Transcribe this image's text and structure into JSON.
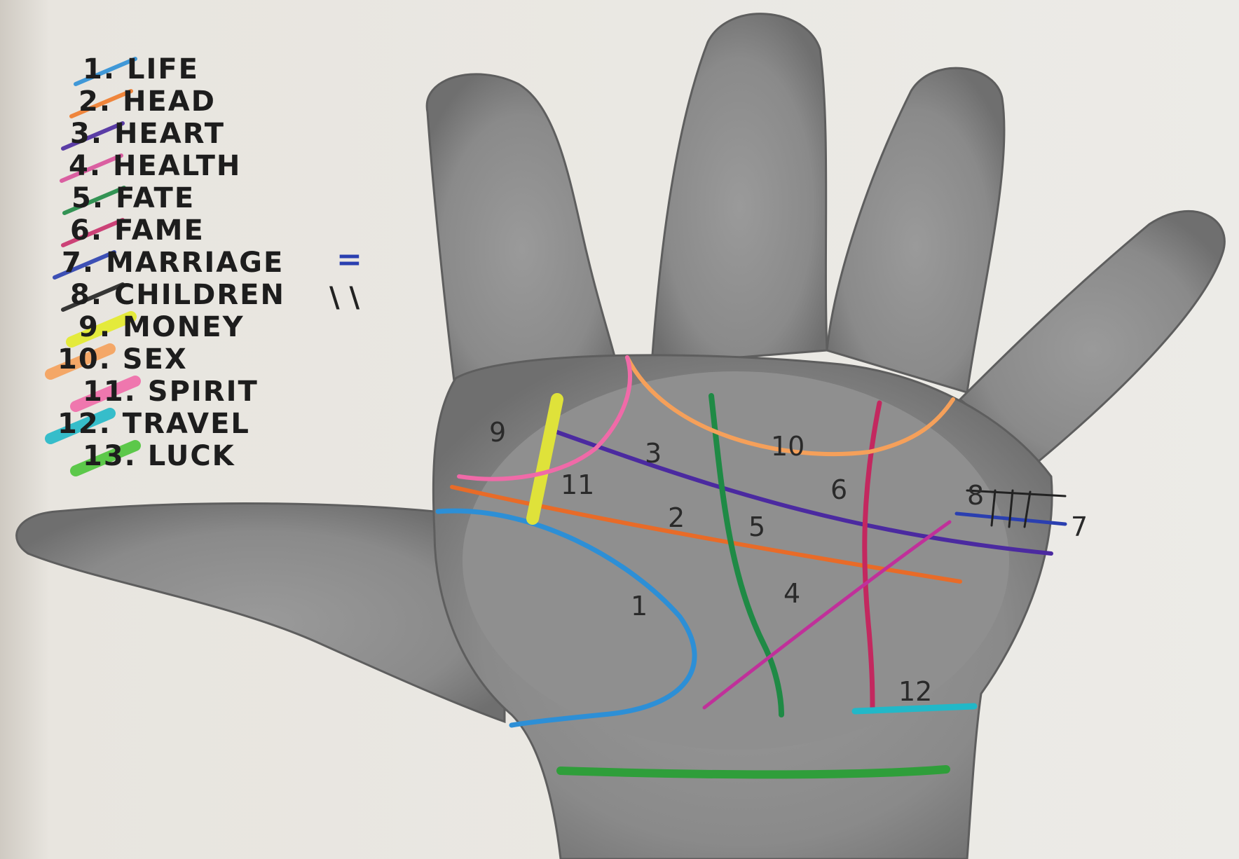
{
  "legend": [
    {
      "label": "1. LIFE",
      "color": "#2d8fd6"
    },
    {
      "label": "2. HEAD",
      "color": "#f07a2a"
    },
    {
      "label": "3. HEART",
      "color": "#4b2aa0"
    },
    {
      "label": "4. HEALTH",
      "color": "#d8509a"
    },
    {
      "label": "5. FATE",
      "color": "#1f8a45"
    },
    {
      "label": "6. FAME",
      "color": "#c9306b"
    },
    {
      "label": "7. MARRIAGE",
      "color": "#2a3fb0"
    },
    {
      "label": "8. CHILDREN",
      "color": "#222222"
    },
    {
      "label": "9. MONEY",
      "color": "#e3ea2a"
    },
    {
      "label": "10. SEX",
      "color": "#f5a05a"
    },
    {
      "label": "11. SPIRIT",
      "color": "#f06aa8"
    },
    {
      "label": "12. TRAVEL",
      "color": "#22b8c8"
    },
    {
      "label": "13. LUCK",
      "color": "#4cc43a"
    }
  ],
  "numbers": [
    "1",
    "2",
    "3",
    "4",
    "5",
    "6",
    "7",
    "8",
    "9",
    "10",
    "11",
    "12"
  ],
  "marks": {
    "children_ticks": "\\ \\",
    "marriage_ticks": "="
  }
}
